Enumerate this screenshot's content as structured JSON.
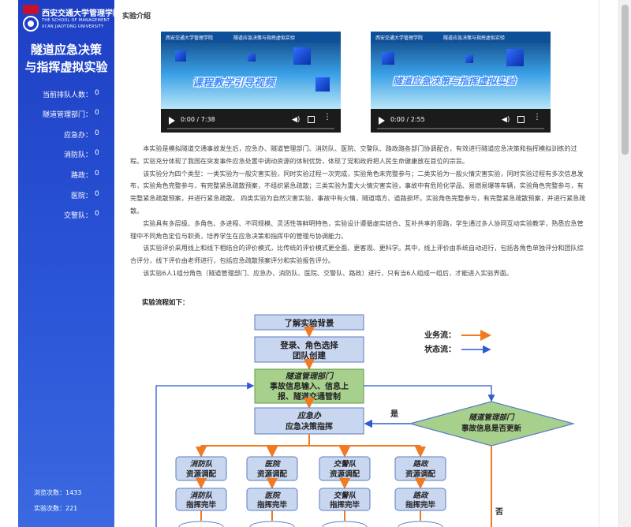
{
  "sidebar": {
    "logo_cn": "西安交通大学管理学院",
    "logo_en_1": "THE SCHOOL OF MANAGEMENT",
    "logo_en_2": "XI'AN JIAOTONG UNIVERSITY",
    "title_line1": "隧道应急决策",
    "title_line2": "与指挥虚拟实验",
    "stats": [
      {
        "label": "当前排队人数：",
        "value": "0"
      },
      {
        "label": "隧道管理部门：",
        "value": "0"
      },
      {
        "label": "应急办：",
        "value": "0"
      },
      {
        "label": "消防队：",
        "value": "0"
      },
      {
        "label": "路政：",
        "value": "0"
      },
      {
        "label": "医院：",
        "value": "0"
      },
      {
        "label": "交警队：",
        "value": "0"
      }
    ],
    "views_label": "浏览次数：",
    "views_value": "1433",
    "runs_label": "实验次数：",
    "runs_value": "221"
  },
  "main": {
    "section_title": "实验介绍",
    "videos": [
      {
        "brand": "西安交通大学管理学院",
        "subtitle": "隧道应急决策与指挥虚拟实验",
        "banner": "课程教学引导视频",
        "time": "0:00 / 7:38"
      },
      {
        "brand": "西安交通大学管理学院",
        "subtitle": "隧道应急决策与指挥虚拟实验",
        "banner": "隧道应急决策与指挥虚拟实验",
        "time": "0:00 / 2:55"
      }
    ],
    "paragraphs": [
      "本实验是模拟隧道交通事故发生后，应急办、隧道管理部门、消防队、医院、交警队、路政路各部门协调配合，有效进行隧道应急决策和指挥模拟训练的过程。实验充分体现了我国在突发事件应急处置中调动资源的体制优势，体现了党和政府把人民生命健康放在首位的宗旨。",
      "该实验分为四个类型：一类实验为一般灾害实验，同时实验过程一次完成，实验角色未完整参与；二类实验为一般火情灾害实验，同时实验过程有多次信息发布，实验角色完整参与，有完整紧急疏散预案，不组织紧急疏散；三类实验为重大火情灾害实验，事故中有危险化学品、易燃易爆等车辆，实验角色完整参与，有完整紧急疏散预案，并进行紧急疏散。 四类实验为自然灾害实验，事故中有火情，隧道塌方、道路损坏。实验角色完整参与，有完整紧急疏散预案，并进行紧急疏散。",
      "实验具有多层级、多角色、多进程、不同规模、灵活性等鲜明特色，实验设计遵循虚实结合、互补共享的思路，学生通过多人协同互动实验教学，熟悉应急管理中不同角色定位与职责，培养学生在应急决策和指挥中的管理与协调能力。",
      "该实验评价采用线上和线下相结合的评价模式，比传统的评价模式更全面、更客观、更科学。其中，线上评价由系统自动进行，包括各角色单独评分和团队综合评分，线下评价由老师进行，包括应急疏散预案评分和实验报告评分。",
      "该实验6人1组分角色（隧道管理部门、应急办、消防队、医院、交警队、路政）进行，只有当6人组成一组后，才能进入实验界面。"
    ],
    "flow_heading": "实验流程如下："
  },
  "flow": {
    "legend_business": "业务流：",
    "legend_state": "状态流：",
    "box_background": "了解实验背景",
    "box_login_line1": "登录、角色选择",
    "box_login_line2": "团队创建",
    "box_tunnel_title": "隧道管理部门",
    "box_tunnel_line1": "事故信息输入、信息上",
    "box_tunnel_line2": "报、隧道交通管制",
    "box_emergency_title": "应急办",
    "box_emergency_line1": "应急决策指挥",
    "decision_title": "隧道管理部门",
    "decision_line1": "事故信息是否更新",
    "yes_label": "是",
    "no_label": "否",
    "units": [
      {
        "name": "消防队",
        "task": "资源调配",
        "done": "指挥完毕"
      },
      {
        "name": "医院",
        "task": "资源调配",
        "done": "指挥完毕"
      },
      {
        "name": "交警队",
        "task": "资源调配",
        "done": "指挥完毕"
      },
      {
        "name": "路政",
        "task": "资源调配",
        "done": "指挥完毕"
      }
    ],
    "colors": {
      "business": "#f07a22",
      "state": "#2f5bd0",
      "box": "#c9d6ef",
      "box_border": "#5a7cc2",
      "green": "#a8d08d",
      "green_border": "#5f9a45"
    }
  }
}
